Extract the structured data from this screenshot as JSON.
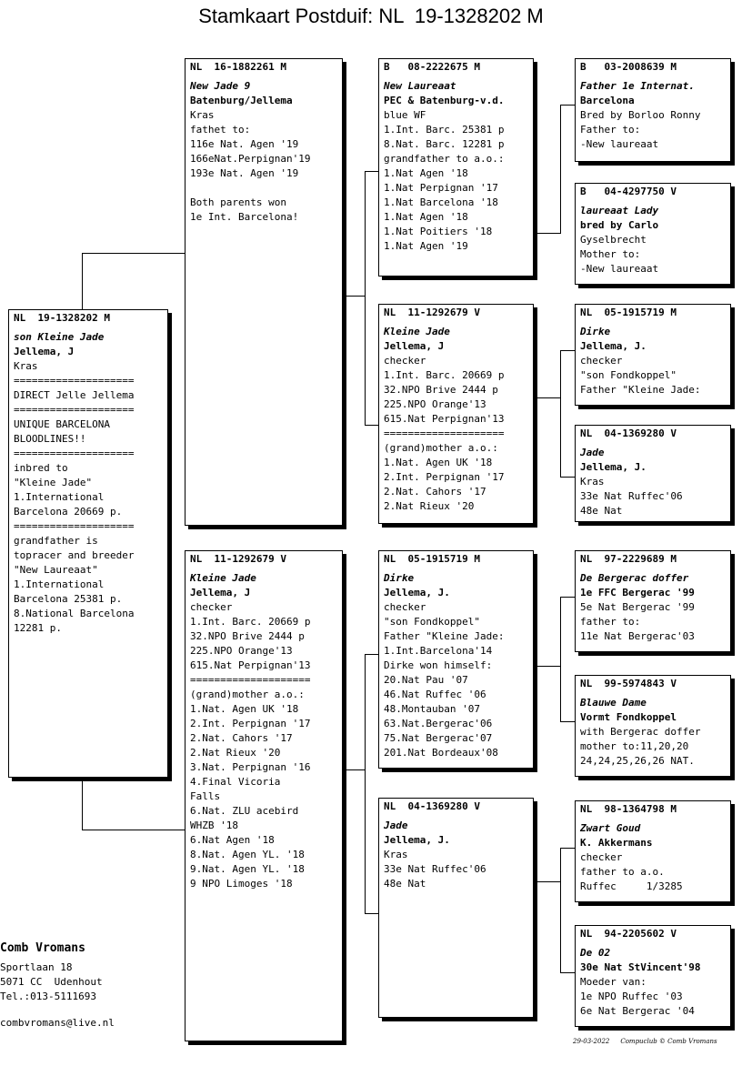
{
  "title": "Stamkaart Postduif: NL  19-1328202 M",
  "cards": {
    "subject": {
      "header": "NL  19-1328202 M",
      "lines": [
        {
          "t": "son Kleine Jade",
          "s": "i"
        },
        {
          "t": "Jellema, J",
          "s": "b"
        },
        {
          "t": "Kras"
        },
        {
          "t": "===================="
        },
        {
          "t": "DIRECT Jelle Jellema"
        },
        {
          "t": "===================="
        },
        {
          "t": "UNIQUE BARCELONA"
        },
        {
          "t": "BLOODLINES!!"
        },
        {
          "t": "===================="
        },
        {
          "t": "inbred to"
        },
        {
          "t": "\"Kleine Jade\""
        },
        {
          "t": "1.International"
        },
        {
          "t": "Barcelona 20669 p."
        },
        {
          "t": "===================="
        },
        {
          "t": "grandfather is"
        },
        {
          "t": "topracer and breeder"
        },
        {
          "t": "\"New Laureaat\""
        },
        {
          "t": "1.International"
        },
        {
          "t": "Barcelona 25381 p."
        },
        {
          "t": "8.National Barcelona"
        },
        {
          "t": "12281 p."
        }
      ]
    },
    "sire": {
      "header": "NL  16-1882261 M",
      "lines": [
        {
          "t": "New Jade 9",
          "s": "i"
        },
        {
          "t": "Batenburg/Jellema",
          "s": "b"
        },
        {
          "t": "Kras"
        },
        {
          "t": "fathet to:"
        },
        {
          "t": "116e Nat. Agen '19"
        },
        {
          "t": "166eNat.Perpignan'19"
        },
        {
          "t": "193e Nat. Agen '19"
        },
        {
          "t": ""
        },
        {
          "t": "Both parents won"
        },
        {
          "t": "1e Int. Barcelona!"
        }
      ]
    },
    "dam": {
      "header": "NL  11-1292679 V",
      "lines": [
        {
          "t": "Kleine Jade",
          "s": "i"
        },
        {
          "t": "Jellema, J",
          "s": "b"
        },
        {
          "t": "checker"
        },
        {
          "t": "1.Int. Barc. 20669 p"
        },
        {
          "t": "32.NPO Brive 2444 p"
        },
        {
          "t": "225.NPO Orange'13"
        },
        {
          "t": "615.Nat Perpignan'13"
        },
        {
          "t": "===================="
        },
        {
          "t": "(grand)mother a.o.:"
        },
        {
          "t": "1.Nat. Agen UK '18"
        },
        {
          "t": "2.Int. Perpignan '17"
        },
        {
          "t": "2.Nat. Cahors '17"
        },
        {
          "t": "2.Nat Rieux '20"
        },
        {
          "t": "3.Nat. Perpignan '16"
        },
        {
          "t": "4.Final Vicoria"
        },
        {
          "t": "Falls"
        },
        {
          "t": "6.Nat. ZLU acebird"
        },
        {
          "t": "WHZB '18"
        },
        {
          "t": "6.Nat Agen '18"
        },
        {
          "t": "8.Nat. Agen YL. '18"
        },
        {
          "t": "9.Nat. Agen YL. '18"
        },
        {
          "t": "9 NPO Limoges '18"
        }
      ]
    },
    "ss": {
      "header": "B   08-2222675 M",
      "lines": [
        {
          "t": "New Laureaat",
          "s": "i"
        },
        {
          "t": "PEC & Batenburg-v.d.",
          "s": "b"
        },
        {
          "t": "blue WF"
        },
        {
          "t": "1.Int. Barc. 25381 p"
        },
        {
          "t": "8.Nat. Barc. 12281 p"
        },
        {
          "t": "grandfather to a.o.:"
        },
        {
          "t": "1.Nat Agen '18"
        },
        {
          "t": "1.Nat Perpignan '17"
        },
        {
          "t": "1.Nat Barcelona '18"
        },
        {
          "t": "1.Nat Agen '18"
        },
        {
          "t": "1.Nat Poitiers '18"
        },
        {
          "t": "1.Nat Agen '19"
        }
      ]
    },
    "sd": {
      "header": "NL  11-1292679 V",
      "lines": [
        {
          "t": "Kleine Jade",
          "s": "i"
        },
        {
          "t": "Jellema, J",
          "s": "b"
        },
        {
          "t": "checker"
        },
        {
          "t": "1.Int. Barc. 20669 p"
        },
        {
          "t": "32.NPO Brive 2444 p"
        },
        {
          "t": "225.NPO Orange'13"
        },
        {
          "t": "615.Nat Perpignan'13"
        },
        {
          "t": "===================="
        },
        {
          "t": "(grand)mother a.o.:"
        },
        {
          "t": "1.Nat. Agen UK '18"
        },
        {
          "t": "2.Int. Perpignan '17"
        },
        {
          "t": "2.Nat. Cahors '17"
        },
        {
          "t": "2.Nat Rieux '20"
        }
      ]
    },
    "ds": {
      "header": "NL  05-1915719 M",
      "lines": [
        {
          "t": "Dirke",
          "s": "i"
        },
        {
          "t": "Jellema, J.",
          "s": "b"
        },
        {
          "t": "checker"
        },
        {
          "t": "\"son Fondkoppel\""
        },
        {
          "t": "Father \"Kleine Jade:"
        },
        {
          "t": "1.Int.Barcelona'14"
        },
        {
          "t": "Dirke won himself:"
        },
        {
          "t": "20.Nat Pau '07"
        },
        {
          "t": "46.Nat Ruffec '06"
        },
        {
          "t": "48.Montauban '07"
        },
        {
          "t": "63.Nat.Bergerac'06"
        },
        {
          "t": "75.Nat Bergerac'07"
        },
        {
          "t": "201.Nat Bordeaux'08"
        }
      ]
    },
    "dd": {
      "header": "NL  04-1369280 V",
      "lines": [
        {
          "t": "Jade",
          "s": "i"
        },
        {
          "t": "Jellema, J.",
          "s": "b"
        },
        {
          "t": "Kras"
        },
        {
          "t": "33e Nat Ruffec'06"
        },
        {
          "t": "48e Nat"
        }
      ]
    },
    "sss": {
      "header": "B   03-2008639 M",
      "lines": [
        {
          "t": "Father 1e Internat.",
          "s": "i"
        },
        {
          "t": "Barcelona",
          "s": "b"
        },
        {
          "t": "Bred by Borloo Ronny"
        },
        {
          "t": "Father to:"
        },
        {
          "t": "-New laureaat"
        }
      ]
    },
    "ssd": {
      "header": "B   04-4297750 V",
      "lines": [
        {
          "t": "laureaat Lady",
          "s": "i"
        },
        {
          "t": "bred by Carlo",
          "s": "b"
        },
        {
          "t": "Gyselbrecht"
        },
        {
          "t": "Mother to:"
        },
        {
          "t": "-New laureaat"
        }
      ]
    },
    "sds": {
      "header": "NL  05-1915719 M",
      "lines": [
        {
          "t": "Dirke",
          "s": "i"
        },
        {
          "t": "Jellema, J.",
          "s": "b"
        },
        {
          "t": "checker"
        },
        {
          "t": "\"son Fondkoppel\""
        },
        {
          "t": "Father \"Kleine Jade:"
        }
      ]
    },
    "sdd": {
      "header": "NL  04-1369280 V",
      "lines": [
        {
          "t": "Jade",
          "s": "i"
        },
        {
          "t": "Jellema, J.",
          "s": "b"
        },
        {
          "t": "Kras"
        },
        {
          "t": "33e Nat Ruffec'06"
        },
        {
          "t": "48e Nat"
        }
      ]
    },
    "dss": {
      "header": "NL  97-2229689 M",
      "lines": [
        {
          "t": "De Bergerac doffer",
          "s": "i"
        },
        {
          "t": "1e FFC Bergerac '99",
          "s": "b"
        },
        {
          "t": "5e Nat Bergerac '99"
        },
        {
          "t": "father to:"
        },
        {
          "t": "11e Nat Bergerac'03"
        }
      ]
    },
    "dsd": {
      "header": "NL  99-5974843 V",
      "lines": [
        {
          "t": "Blauwe Dame",
          "s": "i"
        },
        {
          "t": "Vormt Fondkoppel",
          "s": "b"
        },
        {
          "t": "with Bergerac doffer"
        },
        {
          "t": "mother to:11,20,20"
        },
        {
          "t": "24,24,25,26,26 NAT."
        }
      ]
    },
    "dds": {
      "header": "NL  98-1364798 M",
      "lines": [
        {
          "t": "Zwart Goud",
          "s": "i"
        },
        {
          "t": "K. Akkermans",
          "s": "b"
        },
        {
          "t": "checker"
        },
        {
          "t": "father to a.o."
        },
        {
          "t": "Ruffec     1/3285"
        }
      ]
    },
    "ddd": {
      "header": "NL  94-2205602 V",
      "lines": [
        {
          "t": "De 02",
          "s": "i"
        },
        {
          "t": "30e Nat StVincent'98",
          "s": "b"
        },
        {
          "t": "Moeder van:"
        },
        {
          "t": "1e NPO Ruffec '03"
        },
        {
          "t": "6e Nat Bergerac '04"
        }
      ]
    }
  },
  "owner": {
    "name": "Comb Vromans",
    "street": "Sportlaan 18",
    "city": "5071 CC  Udenhout",
    "tel": "Tel.:013-5111693",
    "email": "combvromans@live.nl"
  },
  "footer": {
    "date": "29-03-2022",
    "credit": "Compuclub © Comb Vromans"
  }
}
